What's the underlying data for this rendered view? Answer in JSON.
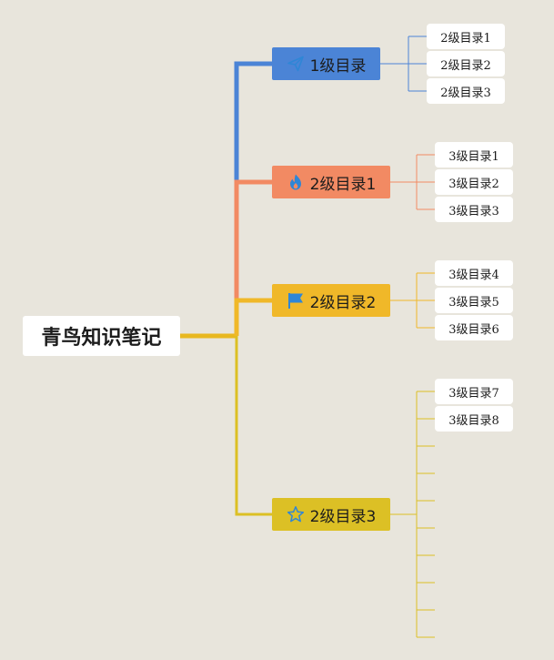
{
  "root": {
    "label": "青鸟知识笔记"
  },
  "branches": [
    {
      "label": "1级目录",
      "color": "#4b84d6",
      "icon": "paper-plane-icon",
      "children": [
        "2级目录1",
        "2级目录2",
        "2级目录3"
      ]
    },
    {
      "label": "2级目录1",
      "color": "#f28a63",
      "icon": "flame-icon",
      "children": [
        "3级目录1",
        "3级目录2",
        "3级目录3"
      ]
    },
    {
      "label": "2级目录2",
      "color": "#f0b829",
      "icon": "flag-icon",
      "children": [
        "3级目录4",
        "3级目录5",
        "3级目录6"
      ]
    },
    {
      "label": "2级目录3",
      "color": "#dcc025",
      "icon": "star-outline-icon",
      "children": [
        "3级目录7",
        "3级目录8"
      ]
    }
  ],
  "colors": {
    "background": "#e8e5dc",
    "root_connector": "#e8b820",
    "icon_blue": "#2f86d6"
  }
}
